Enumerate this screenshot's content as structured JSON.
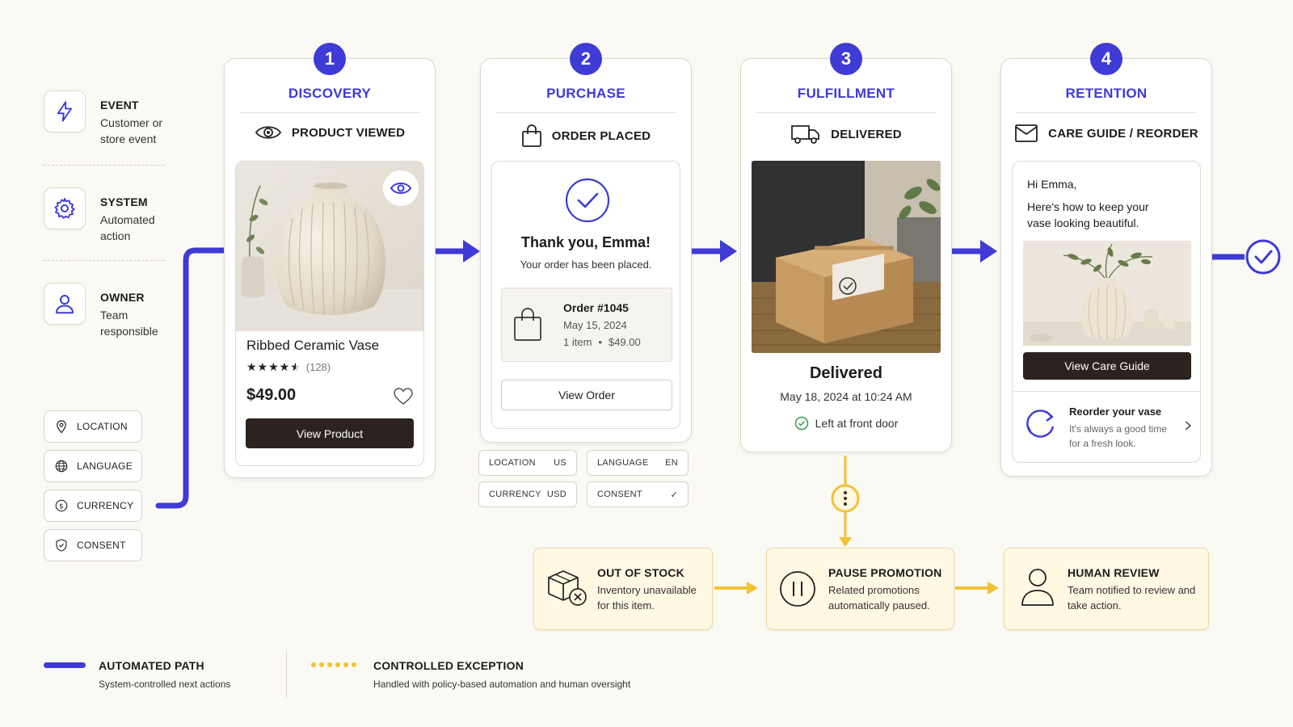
{
  "legend": {
    "event": {
      "title": "EVENT",
      "desc": "Customer or store event",
      "icon": "lightning-icon"
    },
    "system": {
      "title": "SYSTEM",
      "desc": "Automated action",
      "icon": "gear-icon"
    },
    "owner": {
      "title": "OWNER",
      "desc": "Team responsible",
      "icon": "person-icon"
    }
  },
  "context_chips": [
    {
      "label": "LOCATION",
      "icon": "location-pin-icon"
    },
    {
      "label": "LANGUAGE",
      "icon": "globe-icon"
    },
    {
      "label": "CURRENCY",
      "icon": "currency-icon"
    },
    {
      "label": "CONSENT",
      "icon": "shield-check-icon"
    }
  ],
  "stages": {
    "discovery": {
      "step": "1",
      "name": "DISCOVERY",
      "event": "PRODUCT VIEWED",
      "product_name": "Ribbed Ceramic Vase",
      "rating": 4.5,
      "stars": "★★★★★",
      "reviews": "(128)",
      "price": "$49.00",
      "button": "View Product"
    },
    "purchase": {
      "step": "2",
      "name": "PURCHASE",
      "event": "ORDER PLACED",
      "thanks": "Thank you, Emma!",
      "subtitle": "Your order has been placed.",
      "order_no": "Order #1045",
      "order_date": "May 15, 2024",
      "order_items": "1 item",
      "order_total": "$49.00",
      "button": "View Order",
      "meta": [
        {
          "key": "LOCATION",
          "value": "US"
        },
        {
          "key": "LANGUAGE",
          "value": "EN"
        },
        {
          "key": "CURRENCY",
          "value": "USD"
        },
        {
          "key": "CONSENT",
          "value": "✓"
        }
      ]
    },
    "fulfillment": {
      "step": "3",
      "name": "FULFILLMENT",
      "event": "DELIVERED",
      "status": "Delivered",
      "timestamp": "May 18, 2024 at 10:24 AM",
      "note": "Left at front door"
    },
    "retention": {
      "step": "4",
      "name": "RETENTION",
      "event": "CARE GUIDE / REORDER",
      "greeting": "Hi Emma,",
      "message": "Here's how to keep your vase looking beautiful.",
      "button": "View Care Guide",
      "reorder_title": "Reorder your vase",
      "reorder_desc": "It's always a good time for a fresh look."
    }
  },
  "exceptions": [
    {
      "title": "OUT OF STOCK",
      "desc": "Inventory unavailable for this item.",
      "icon": "box-x-icon"
    },
    {
      "title": "PAUSE PROMOTION",
      "desc": "Related promotions automatically paused.",
      "icon": "pause-icon"
    },
    {
      "title": "HUMAN REVIEW",
      "desc": "Team notified to review and take action.",
      "icon": "person-icon"
    }
  ],
  "bottom_legend": {
    "automated": {
      "title": "AUTOMATED PATH",
      "desc": "System-controlled next actions"
    },
    "exception": {
      "title": "CONTROLLED EXCEPTION",
      "desc": "Handled with policy-based automation and human oversight"
    }
  },
  "colors": {
    "accent": "#3e3bd6",
    "exception": "#f2c232",
    "dark": "#2c2220"
  }
}
